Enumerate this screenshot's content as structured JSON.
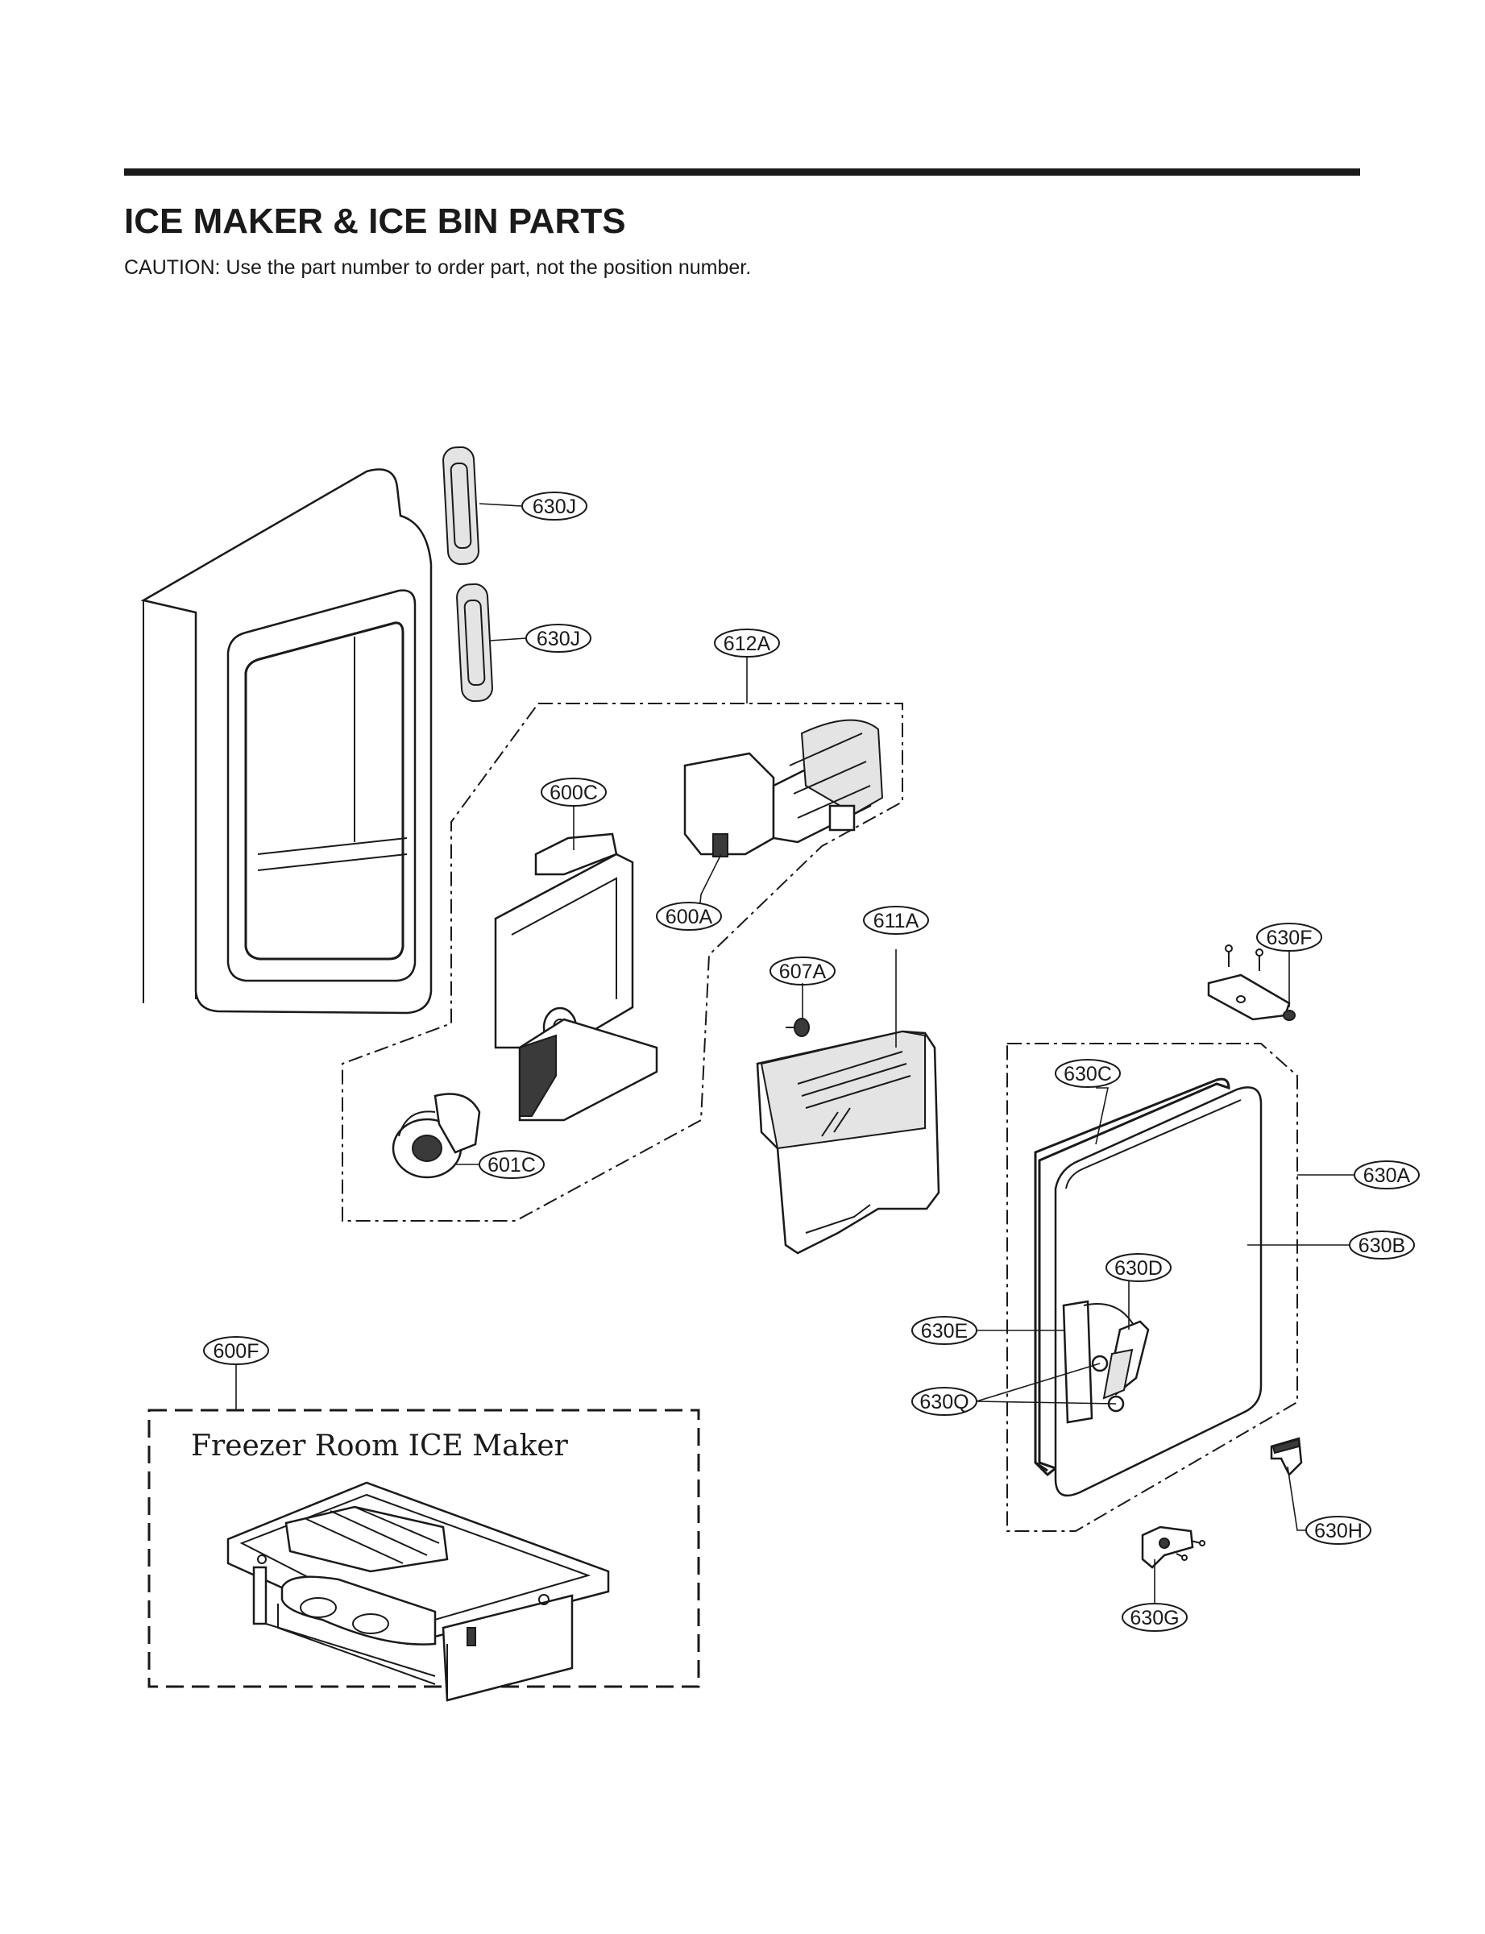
{
  "header": {
    "title": "ICE MAKER & ICE BIN PARTS",
    "caution": "CAUTION: Use the part number to order part, not the position number."
  },
  "section_label": "Freezer Room ICE Maker",
  "callouts": [
    "630J",
    "630J",
    "612A",
    "600C",
    "600A",
    "611A",
    "607A",
    "630F",
    "630C",
    "630A",
    "630B",
    "601C",
    "630D",
    "630E",
    "600F",
    "630Q",
    "630H",
    "630G"
  ],
  "colors": {
    "ink": "#1a1a1a",
    "paper": "#ffffff",
    "shade": "#d9d9d9"
  }
}
